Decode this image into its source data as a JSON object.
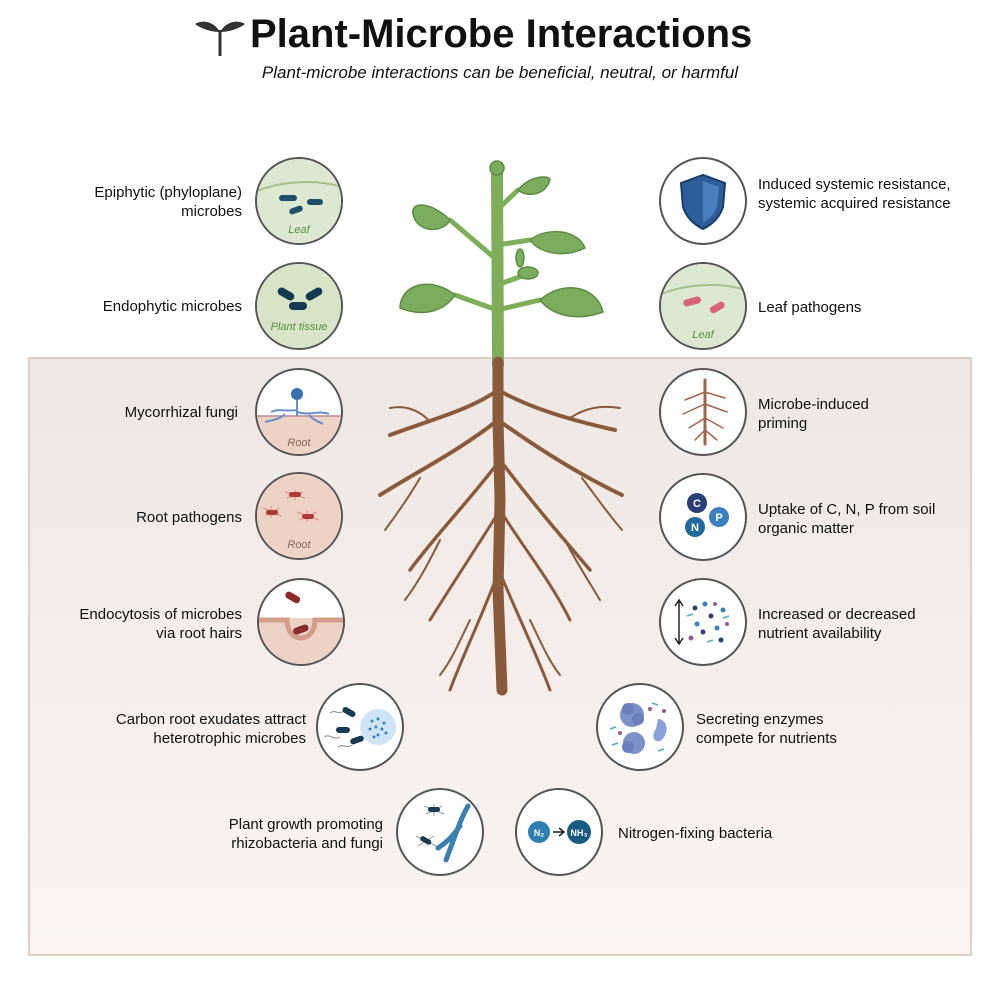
{
  "header": {
    "title": "Plant-Microbe Interactions",
    "subtitle": "Plant-microbe interactions can be beneficial, neutral, or harmful"
  },
  "colors": {
    "soil_bg": "#f0e8e4",
    "leaf_green": "#6fa857",
    "root_brown": "#8a5a3c",
    "microbe_blue": "#1f4e6b",
    "pathogen_red": "#b03a3a"
  },
  "items": {
    "epiphytic": {
      "label": "Epiphytic (phyloplane) microbes",
      "icon": "leaf-surface-microbes-icon",
      "tag": "Leaf"
    },
    "endophytic": {
      "label": "Endophytic microbes",
      "icon": "plant-tissue-microbes-icon",
      "tag": "Plant tissue"
    },
    "mycorrhizal": {
      "label": "Mycorrhizal fungi",
      "icon": "mycorrhizal-fungi-icon",
      "tag": "Root"
    },
    "root_pathogens": {
      "label": "Root pathogens",
      "icon": "root-pathogen-icon",
      "tag": "Root"
    },
    "endocytosis": {
      "label": "Endocytosis of microbes via root hairs",
      "icon": "endocytosis-icon"
    },
    "carbon_exudates": {
      "label": "Carbon root exudates attract heterotrophic microbes",
      "icon": "root-exudates-icon"
    },
    "pgpr": {
      "label": "Plant growth promoting rhizobacteria and fungi",
      "icon": "rhizobacteria-fungi-icon"
    },
    "induced_resistance": {
      "label": "Induced systemic resistance, systemic acquired resistance",
      "icon": "shield-icon"
    },
    "leaf_pathogens": {
      "label": "Leaf pathogens",
      "icon": "leaf-pathogen-icon",
      "tag": "Leaf"
    },
    "priming": {
      "label": "Microbe-induced priming",
      "icon": "root-priming-icon"
    },
    "uptake": {
      "label": "Uptake of C, N, P from soil organic matter",
      "icon": "nutrient-uptake-icon",
      "nutrients": [
        "C",
        "N",
        "P"
      ]
    },
    "nutrient_availability": {
      "label": "Increased or decreased nutrient availability",
      "icon": "nutrient-availability-icon"
    },
    "enzymes": {
      "label": "Secreting enzymes compete for nutrients",
      "icon": "enzymes-icon"
    },
    "nitrogen_fixing": {
      "label": "Nitrogen-fixing bacteria",
      "icon": "nitrogen-fixation-icon",
      "from": "N₂",
      "to": "NH₃"
    }
  }
}
